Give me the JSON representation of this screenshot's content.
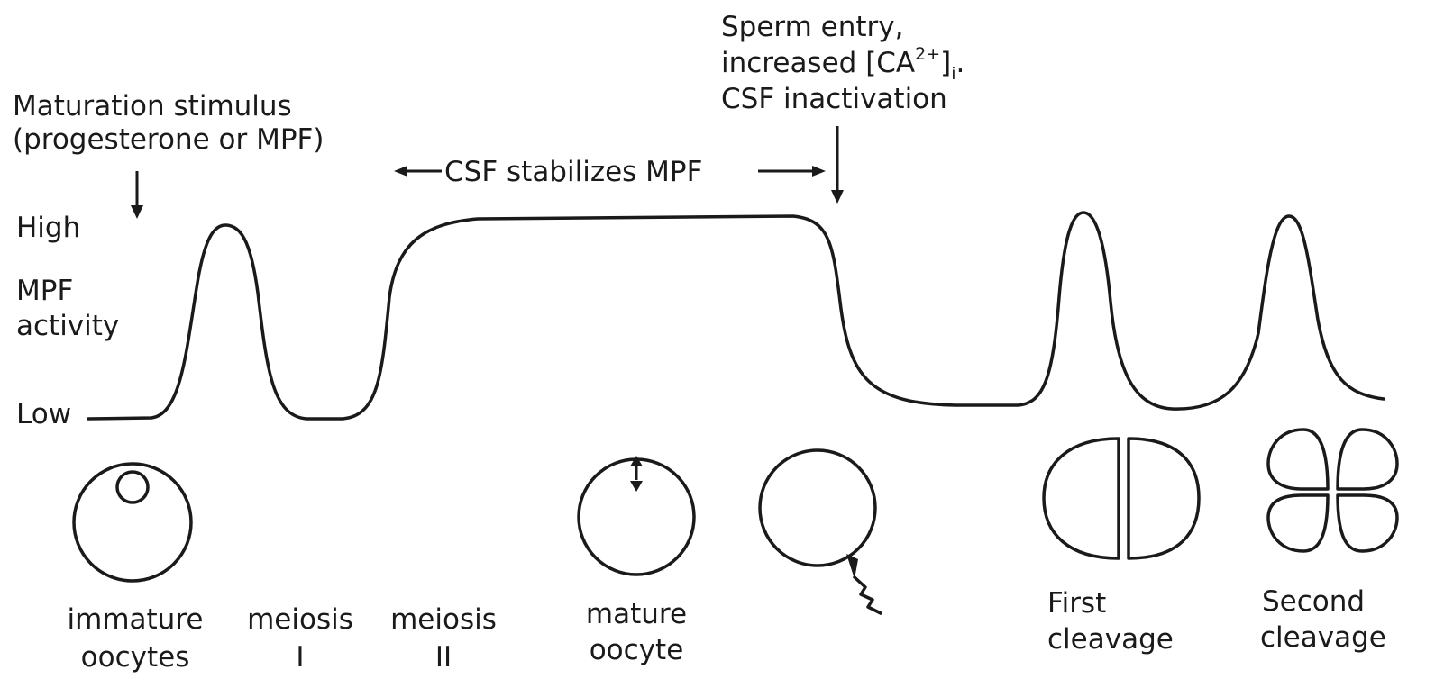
{
  "annotations": {
    "maturation_line1": "Maturation stimulus",
    "maturation_line2": "(progesterone or MPF)",
    "sperm_line1": "Sperm entry,",
    "sperm_line2_prefix": "increased [CA",
    "sperm_line2_sup": "2+",
    "sperm_line2_bracket": "]",
    "sperm_line2_sub": "i",
    "sperm_line2_suffix": ".",
    "sperm_line3": "CSF inactivation",
    "csf_stabilizes": "CSF stabilizes MPF"
  },
  "y_axis": {
    "high": "High",
    "title_line1": "MPF",
    "title_line2": "activity",
    "low": "Low"
  },
  "stages": [
    {
      "line1": "immature",
      "line2": "oocytes"
    },
    {
      "line1": "meiosis",
      "line2": "I"
    },
    {
      "line1": "meiosis",
      "line2": "II"
    },
    {
      "line1": "mature",
      "line2": "oocyte"
    },
    {
      "line1": "First",
      "line2": "cleavage"
    },
    {
      "line1": "Second",
      "line2": "cleavage"
    }
  ],
  "colors": {
    "ink": "#1a1a1a",
    "background": "#ffffff"
  }
}
